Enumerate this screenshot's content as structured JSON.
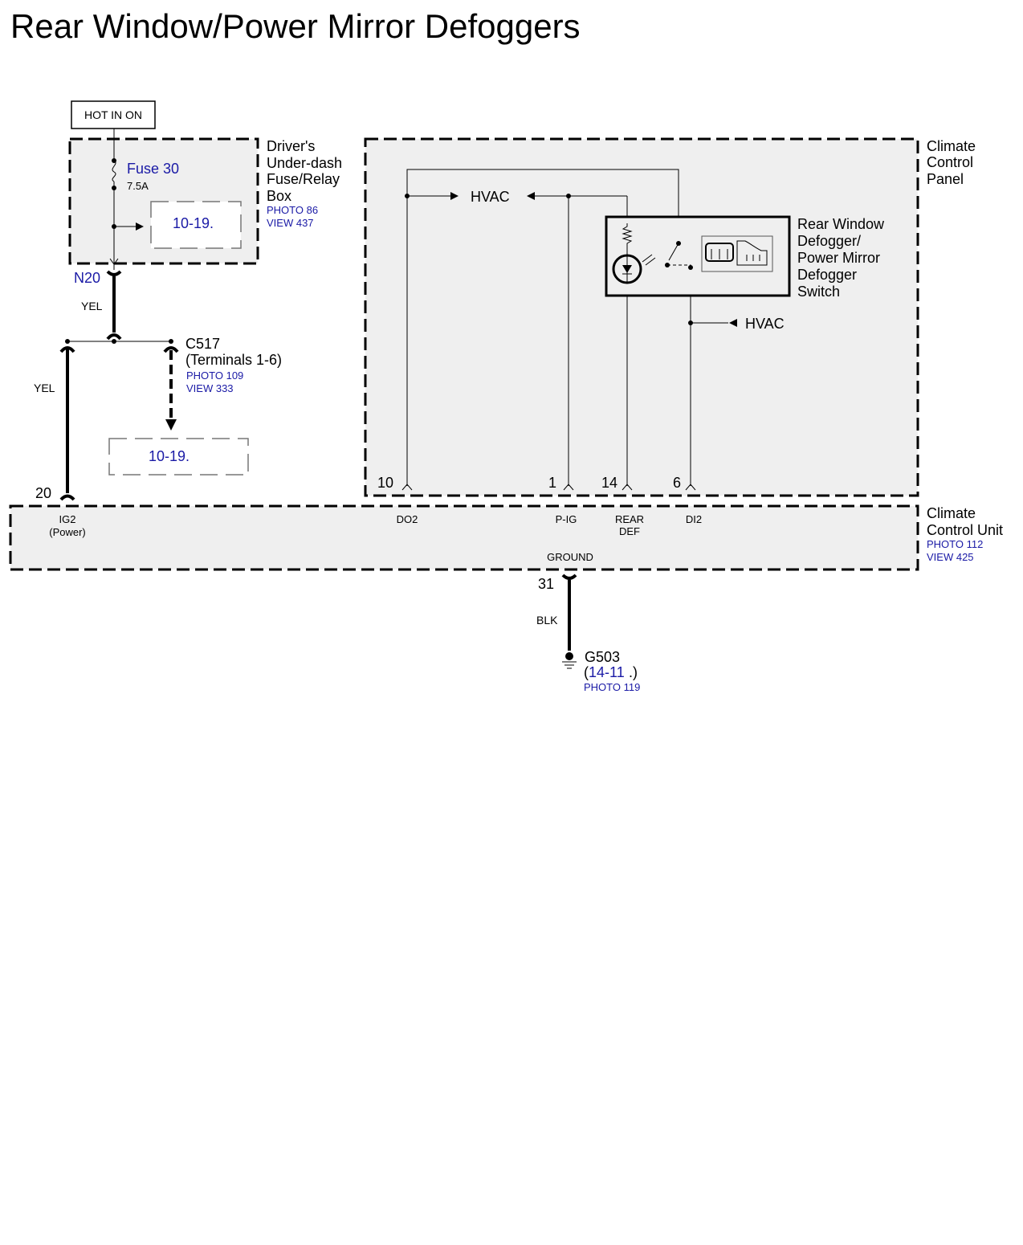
{
  "title": "Rear Window/Power Mirror Defoggers",
  "hot_box": "HOT IN ON",
  "fuse_box": {
    "name_lines": [
      "Driver's",
      "Under-dash",
      "Fuse/Relay",
      "Box"
    ],
    "photo": "PHOTO 86",
    "view": "VIEW 437",
    "fuse": "Fuse 30",
    "rating": "7.5A",
    "ref": "10-19.",
    "pin": "N20"
  },
  "wires": {
    "yel_1": "YEL",
    "yel_2": "YEL",
    "blk": "BLK"
  },
  "connector": {
    "name": "C517",
    "terminals": "(Terminals 1-6)",
    "photo": "PHOTO 109",
    "view": "VIEW 333",
    "ref": "10-19."
  },
  "climate_panel": {
    "name_lines": [
      "Climate",
      "Control",
      "Panel"
    ],
    "hvac_left": "HVAC",
    "hvac_right": "HVAC",
    "pins": [
      "10",
      "1",
      "14",
      "6"
    ]
  },
  "switch": {
    "name_lines": [
      "Rear Window",
      "Defogger/",
      "Power Mirror",
      "Defogger",
      "Switch"
    ]
  },
  "climate_unit": {
    "name_lines": [
      "Climate",
      "Control Unit"
    ],
    "photo": "PHOTO 112",
    "view": "VIEW 425",
    "pin_ig2": "20",
    "ig2": "IG2",
    "ig2_sub": "(Power)",
    "do2": "DO2",
    "pig": "P-IG",
    "rear_def": [
      "REAR",
      "DEF"
    ],
    "di2": "DI2",
    "ground": "GROUND",
    "pin_ground": "31"
  },
  "ground_point": {
    "name": "G503",
    "ref_open": "(",
    "ref": "14-11",
    "ref_close": ".)",
    "photo": "PHOTO 119"
  }
}
